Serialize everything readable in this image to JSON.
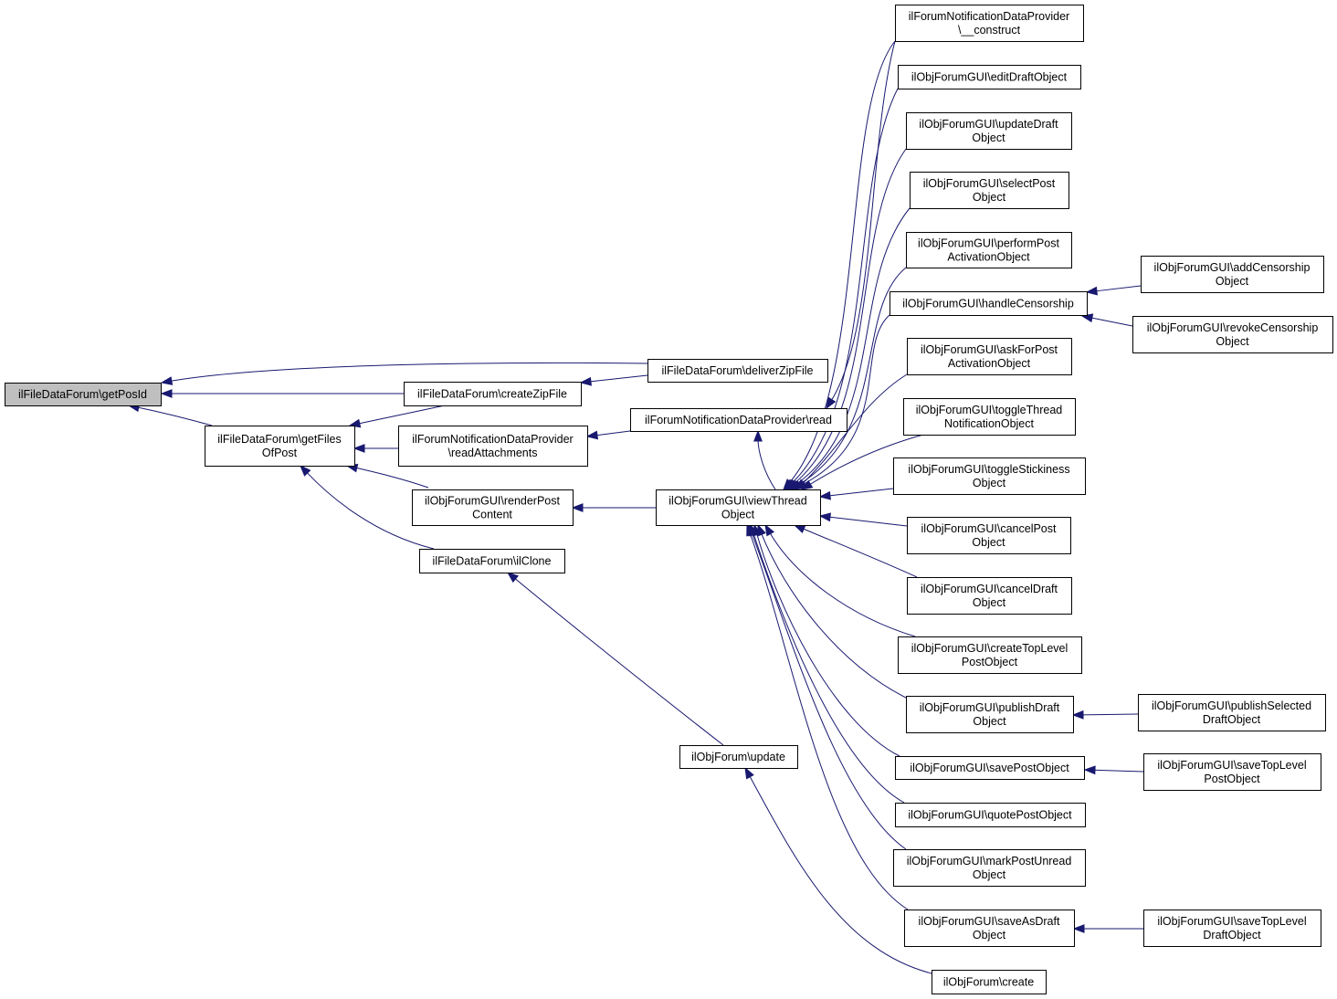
{
  "graph": {
    "nodes": [
      {
        "id": "getPosId",
        "lines": [
          "ilFileDataForum\\getPosId"
        ],
        "root": true
      },
      {
        "id": "deliverZipFile",
        "lines": [
          "ilFileDataForum\\deliverZipFile"
        ]
      },
      {
        "id": "createZipFile",
        "lines": [
          "ilFileDataForum\\createZipFile"
        ]
      },
      {
        "id": "getFilesOfPost",
        "lines": [
          "ilFileDataForum\\getFiles",
          "OfPost"
        ]
      },
      {
        "id": "readAttachments",
        "lines": [
          "ilForumNotificationDataProvider",
          "\\readAttachments"
        ]
      },
      {
        "id": "notifRead",
        "lines": [
          "ilForumNotificationDataProvider\\read"
        ]
      },
      {
        "id": "renderPostContent",
        "lines": [
          "ilObjForumGUI\\renderPost",
          "Content"
        ]
      },
      {
        "id": "ilClone",
        "lines": [
          "ilFileDataForum\\ilClone"
        ]
      },
      {
        "id": "viewThreadObject",
        "lines": [
          "ilObjForumGUI\\viewThread",
          "Object"
        ]
      },
      {
        "id": "forumUpdate",
        "lines": [
          "ilObjForum\\update"
        ]
      },
      {
        "id": "notifConstruct",
        "lines": [
          "ilForumNotificationDataProvider",
          "\\__construct"
        ]
      },
      {
        "id": "editDraftObject",
        "lines": [
          "ilObjForumGUI\\editDraftObject"
        ]
      },
      {
        "id": "updateDraftObject",
        "lines": [
          "ilObjForumGUI\\updateDraft",
          "Object"
        ]
      },
      {
        "id": "selectPostObject",
        "lines": [
          "ilObjForumGUI\\selectPost",
          "Object"
        ]
      },
      {
        "id": "performPostActivation",
        "lines": [
          "ilObjForumGUI\\performPost",
          "ActivationObject"
        ]
      },
      {
        "id": "handleCensorship",
        "lines": [
          "ilObjForumGUI\\handleCensorship"
        ]
      },
      {
        "id": "askForPostActivation",
        "lines": [
          "ilObjForumGUI\\askForPost",
          "ActivationObject"
        ]
      },
      {
        "id": "toggleThreadNotification",
        "lines": [
          "ilObjForumGUI\\toggleThread",
          "NotificationObject"
        ]
      },
      {
        "id": "toggleStickiness",
        "lines": [
          "ilObjForumGUI\\toggleStickiness",
          "Object"
        ]
      },
      {
        "id": "cancelPost",
        "lines": [
          "ilObjForumGUI\\cancelPost",
          "Object"
        ]
      },
      {
        "id": "cancelDraft",
        "lines": [
          "ilObjForumGUI\\cancelDraft",
          "Object"
        ]
      },
      {
        "id": "createTopLevelPost",
        "lines": [
          "ilObjForumGUI\\createTopLevel",
          "PostObject"
        ]
      },
      {
        "id": "publishDraft",
        "lines": [
          "ilObjForumGUI\\publishDraft",
          "Object"
        ]
      },
      {
        "id": "savePostObject",
        "lines": [
          "ilObjForumGUI\\savePostObject"
        ]
      },
      {
        "id": "quotePostObject",
        "lines": [
          "ilObjForumGUI\\quotePostObject"
        ]
      },
      {
        "id": "markPostUnread",
        "lines": [
          "ilObjForumGUI\\markPostUnread",
          "Object"
        ]
      },
      {
        "id": "saveAsDraft",
        "lines": [
          "ilObjForumGUI\\saveAsDraft",
          "Object"
        ]
      },
      {
        "id": "forumCreate",
        "lines": [
          "ilObjForum\\create"
        ]
      },
      {
        "id": "addCensorship",
        "lines": [
          "ilObjForumGUI\\addCensorship",
          "Object"
        ]
      },
      {
        "id": "revokeCensorship",
        "lines": [
          "ilObjForumGUI\\revokeCensorship",
          "Object"
        ]
      },
      {
        "id": "publishSelectedDraft",
        "lines": [
          "ilObjForumGUI\\publishSelected",
          "DraftObject"
        ]
      },
      {
        "id": "saveTopLevelPost",
        "lines": [
          "ilObjForumGUI\\saveTopLevel",
          "PostObject"
        ]
      },
      {
        "id": "saveTopLevelDraft",
        "lines": [
          "ilObjForumGUI\\saveTopLevel",
          "DraftObject"
        ]
      }
    ],
    "edges": [
      {
        "from": "deliverZipFile",
        "to": "getPosId"
      },
      {
        "from": "createZipFile",
        "to": "getPosId"
      },
      {
        "from": "getFilesOfPost",
        "to": "getPosId"
      },
      {
        "from": "deliverZipFile",
        "to": "createZipFile"
      },
      {
        "from": "createZipFile",
        "to": "getFilesOfPost"
      },
      {
        "from": "readAttachments",
        "to": "getFilesOfPost"
      },
      {
        "from": "renderPostContent",
        "to": "getFilesOfPost"
      },
      {
        "from": "ilClone",
        "to": "getFilesOfPost"
      },
      {
        "from": "notifRead",
        "to": "readAttachments"
      },
      {
        "from": "viewThreadObject",
        "to": "renderPostContent"
      },
      {
        "from": "forumUpdate",
        "to": "ilClone"
      },
      {
        "from": "viewThreadObject",
        "to": "notifRead"
      },
      {
        "from": "notifConstruct",
        "to": "notifRead"
      },
      {
        "from": "notifConstruct",
        "to": "viewThreadObject"
      },
      {
        "from": "editDraftObject",
        "to": "viewThreadObject"
      },
      {
        "from": "updateDraftObject",
        "to": "viewThreadObject"
      },
      {
        "from": "selectPostObject",
        "to": "viewThreadObject"
      },
      {
        "from": "performPostActivation",
        "to": "viewThreadObject"
      },
      {
        "from": "handleCensorship",
        "to": "viewThreadObject"
      },
      {
        "from": "askForPostActivation",
        "to": "viewThreadObject"
      },
      {
        "from": "toggleThreadNotification",
        "to": "viewThreadObject"
      },
      {
        "from": "toggleStickiness",
        "to": "viewThreadObject"
      },
      {
        "from": "cancelPost",
        "to": "viewThreadObject"
      },
      {
        "from": "cancelDraft",
        "to": "viewThreadObject"
      },
      {
        "from": "createTopLevelPost",
        "to": "viewThreadObject"
      },
      {
        "from": "publishDraft",
        "to": "viewThreadObject"
      },
      {
        "from": "savePostObject",
        "to": "viewThreadObject"
      },
      {
        "from": "quotePostObject",
        "to": "viewThreadObject"
      },
      {
        "from": "markPostUnread",
        "to": "viewThreadObject"
      },
      {
        "from": "saveAsDraft",
        "to": "viewThreadObject"
      },
      {
        "from": "forumCreate",
        "to": "forumUpdate"
      },
      {
        "from": "addCensorship",
        "to": "handleCensorship"
      },
      {
        "from": "revokeCensorship",
        "to": "handleCensorship"
      },
      {
        "from": "publishSelectedDraft",
        "to": "publishDraft"
      },
      {
        "from": "saveTopLevelPost",
        "to": "savePostObject"
      },
      {
        "from": "saveTopLevelDraft",
        "to": "saveAsDraft"
      }
    ]
  }
}
